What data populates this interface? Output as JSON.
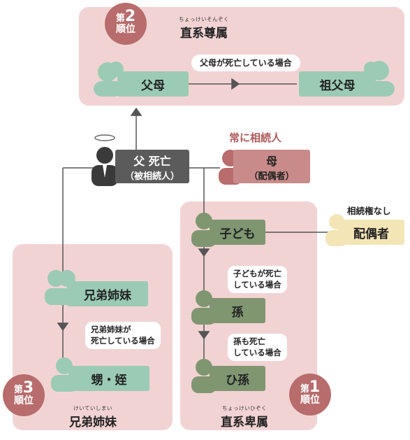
{
  "ranks": {
    "second": {
      "prefix": "第",
      "num": "2",
      "suffix": "順位"
    },
    "third": {
      "prefix": "第",
      "num": "3",
      "suffix": "順位"
    },
    "first": {
      "prefix": "第",
      "num": "1",
      "suffix": "順位"
    }
  },
  "panels": {
    "ascendants": {
      "reading": "ちょっけいそんぞく",
      "title": "直系尊属"
    },
    "siblings": {
      "reading": "けいていしまい",
      "title": "兄弟姉妹"
    },
    "descendants": {
      "reading": "ちょっけいひぞく",
      "title": "直系卑属"
    }
  },
  "people": {
    "parents": "父母",
    "grandparents": "祖父母",
    "father_line1": "父 死亡",
    "father_line2": "（被相続人）",
    "mother_line1": "母",
    "mother_line2": "（配偶者）",
    "child": "子ども",
    "grandchild": "孫",
    "great_grandchild": "ひ孫",
    "siblings": "兄弟姉妹",
    "nephew_niece": "甥・姪",
    "spouse_of_child": "配偶者"
  },
  "notes": {
    "always_heir": "常に相続人",
    "no_right": "相続権なし",
    "parents_dead": "父母が死亡している場合",
    "child_dead_1": "子どもが死亡",
    "child_dead_2": "している場合",
    "grandchild_dead_1": "孫も死亡",
    "grandchild_dead_2": "している場合",
    "siblings_dead_1": "兄弟姉妹が",
    "siblings_dead_2": "死亡している場合"
  },
  "colors": {
    "panel": "#f2d3d3",
    "rank_circle": "#b86c6c",
    "ascendant_box": "#9bcbb5",
    "descendant_box": "#7f9671",
    "spouse_box": "#f4e5b7",
    "deceased_box": "#5b5b5b",
    "mother_box": "#c98a8a"
  },
  "icons": [
    "person-silhouette-icon",
    "halo-icon"
  ]
}
